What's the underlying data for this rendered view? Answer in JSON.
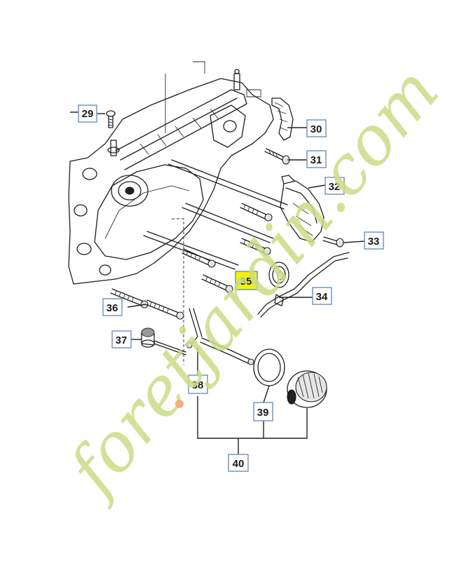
{
  "callouts": [
    {
      "id": "29",
      "label": "29"
    },
    {
      "id": "30",
      "label": "30"
    },
    {
      "id": "31",
      "label": "31"
    },
    {
      "id": "32",
      "label": "32"
    },
    {
      "id": "33",
      "label": "33"
    },
    {
      "id": "34",
      "label": "34"
    },
    {
      "id": "35",
      "label": "35",
      "highlighted": true
    },
    {
      "id": "36",
      "label": "36"
    },
    {
      "id": "37",
      "label": "37"
    },
    {
      "id": "38",
      "label": "38"
    },
    {
      "id": "39",
      "label": "39"
    },
    {
      "id": "40",
      "label": "40"
    }
  ],
  "watermark": {
    "text_a": "for",
    "text_b": "etjardin.com",
    "color": "#c9dc86",
    "accent": "#f2b07a"
  },
  "colors": {
    "callout_border": "#6e8fb8",
    "highlight": "#f4f400",
    "line": "#1e1e1e"
  }
}
